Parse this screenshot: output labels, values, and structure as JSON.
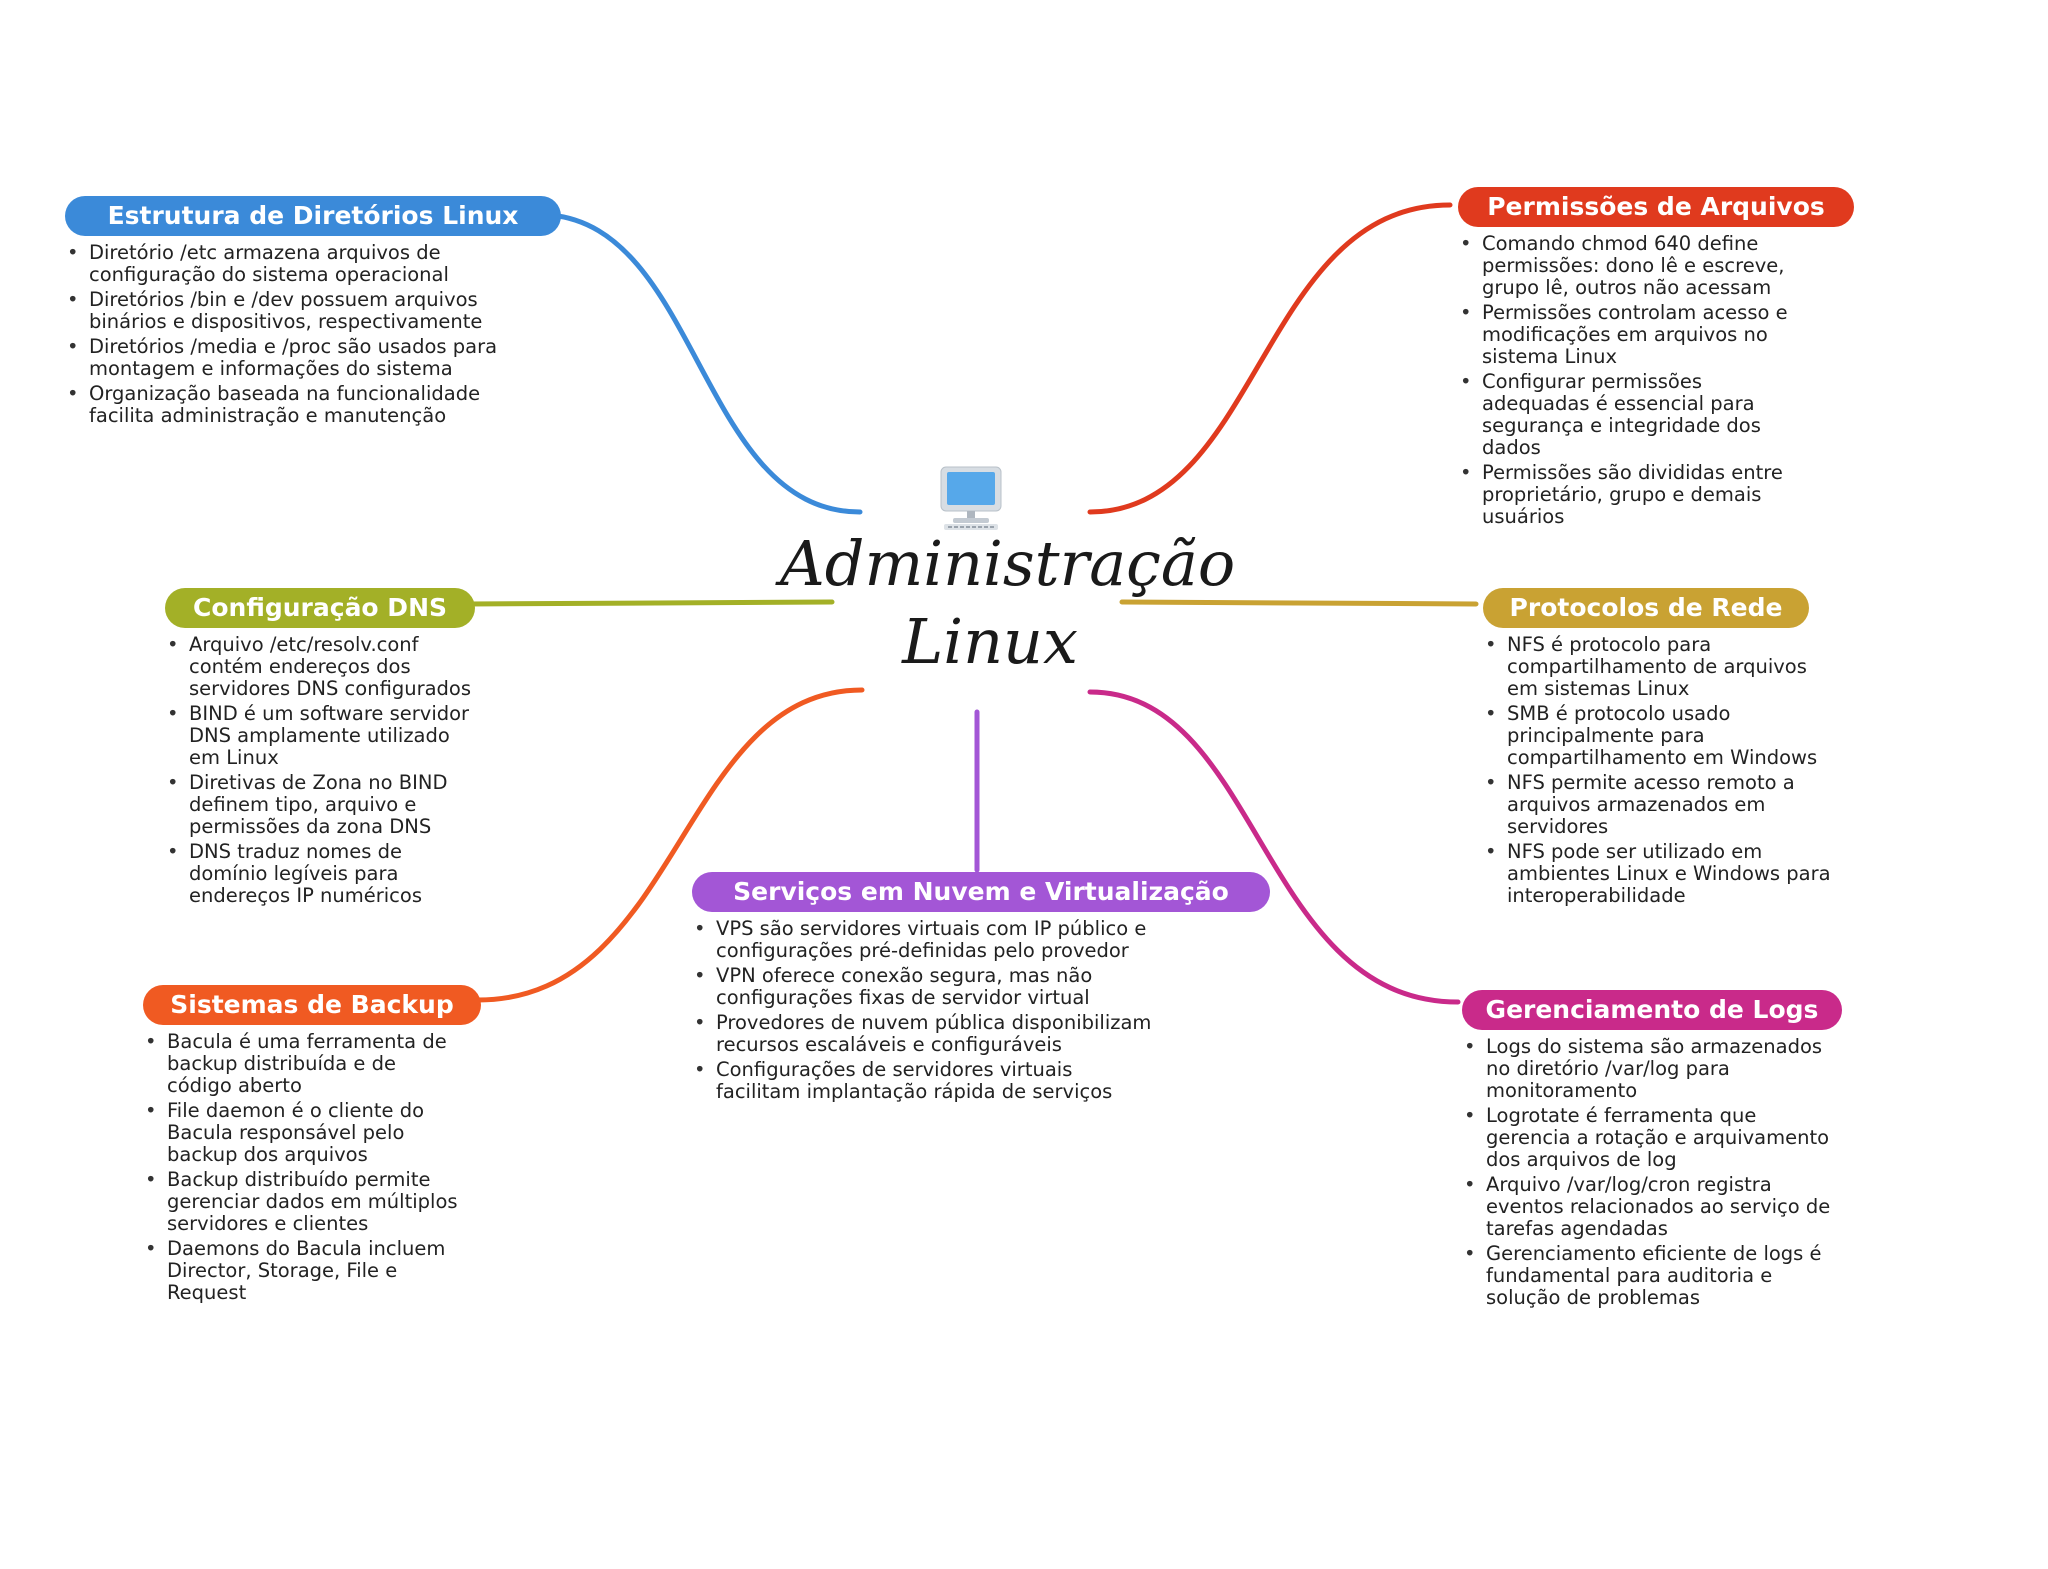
{
  "center": {
    "title_line1": "Administração",
    "title_line2": "Linux",
    "icon": "computer-icon"
  },
  "branches": [
    {
      "title": "Estrutura de Diretórios Linux",
      "color": "#3b8ad9",
      "items": [
        "Diretório /etc armazena arquivos de configuração do sistema operacional",
        "Diretórios /bin e /dev possuem arquivos binários e dispositivos, respectivamente",
        "Diretórios /media e /proc são usados para montagem e informações do sistema",
        "Organização baseada na funcionalidade facilita administração e manutenção"
      ]
    },
    {
      "title": "Permissões de Arquivos",
      "color": "#e03a1e",
      "items": [
        "Comando chmod 640 define permissões: dono lê e escreve, grupo lê, outros não acessam",
        "Permissões controlam acesso e modificações em arquivos no sistema Linux",
        "Configurar permissões adequadas é essencial para segurança e integridade dos dados",
        "Permissões são divididas entre proprietário, grupo e demais usuários"
      ]
    },
    {
      "title": "Configuração DNS",
      "color": "#a3b027",
      "items": [
        "Arquivo /etc/resolv.conf contém endereços dos servidores DNS configurados",
        "BIND é um software servidor DNS amplamente utilizado em Linux",
        "Diretivas de Zona no BIND definem tipo, arquivo e permissões da zona DNS",
        "DNS traduz nomes de domínio legíveis para endereços IP numéricos"
      ]
    },
    {
      "title": "Protocolos de Rede",
      "color": "#c9a233",
      "items": [
        "NFS é protocolo para compartilhamento de arquivos em sistemas Linux",
        "SMB é protocolo usado principalmente para compartilhamento em Windows",
        "NFS permite acesso remoto a arquivos armazenados em servidores",
        "NFS pode ser utilizado em ambientes Linux e Windows para interoperabilidade"
      ]
    },
    {
      "title": "Serviços em Nuvem e Virtualização",
      "color": "#a356d6",
      "items": [
        "VPS são servidores virtuais com IP público e configurações pré-definidas pelo provedor",
        "VPN oferece conexão segura, mas não configurações fixas de servidor virtual",
        "Provedores de nuvem pública disponibilizam recursos escaláveis e configuráveis",
        "Configurações de servidores virtuais facilitam implantação rápida de serviços"
      ]
    },
    {
      "title": "Sistemas de Backup",
      "color": "#f05a22",
      "items": [
        "Bacula é uma ferramenta de backup distribuída e de código aberto",
        "File daemon é o cliente do Bacula responsável pelo backup dos arquivos",
        "Backup distribuído permite gerenciar dados em múltiplos servidores e clientes",
        "Daemons do Bacula incluem Director, Storage, File e Request"
      ]
    },
    {
      "title": "Gerenciamento de Logs",
      "color": "#c92a8a",
      "items": [
        "Logs do sistema são armazenados no diretório /var/log para monitoramento",
        "Logrotate é ferramenta que gerencia a rotação e arquivamento dos arquivos de log",
        "Arquivo /var/log/cron registra eventos relacionados ao serviço de tarefas agendadas",
        "Gerenciamento eficiente de logs é fundamental para auditoria e solução de problemas"
      ]
    }
  ]
}
